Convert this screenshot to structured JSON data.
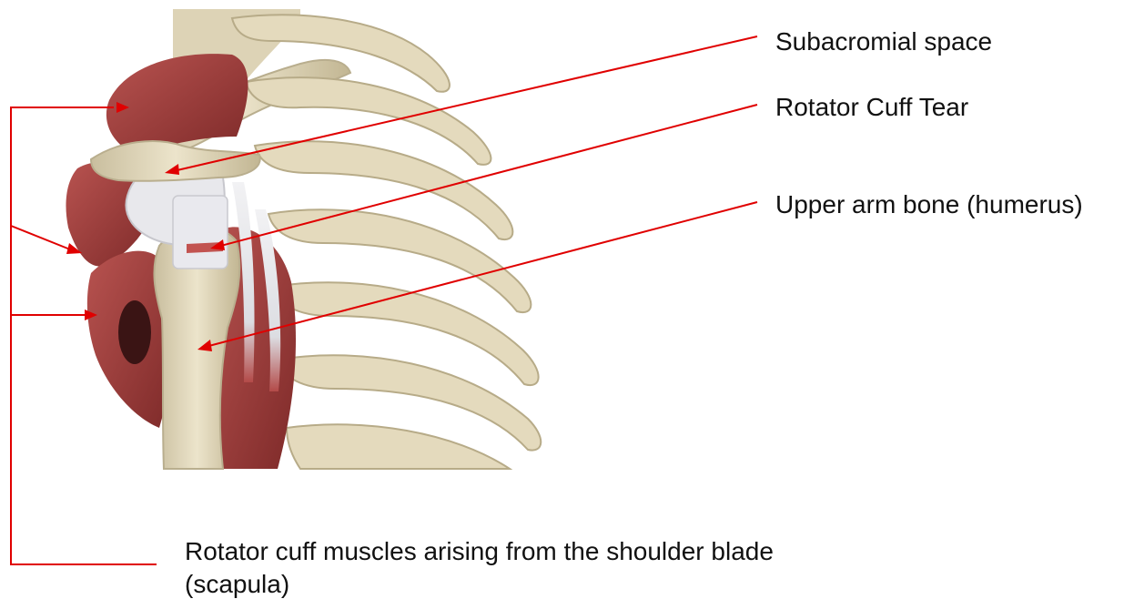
{
  "labels": {
    "subacromial_space": "Subacromial space",
    "rotator_cuff_tear": "Rotator Cuff Tear",
    "humerus": "Upper arm bone (humerus)",
    "rotator_cuff_muscles_line1": "Rotator cuff muscles arising from the shoulder blade",
    "rotator_cuff_muscles_line2": "(scapula)"
  },
  "colors": {
    "leader_line": "#e00000",
    "bone": "#e6dcc0",
    "bone_shadow": "#b9ae8e",
    "muscle": "#a8413f",
    "muscle_dark": "#6e1f20",
    "tendon": "#e6e6ea"
  }
}
